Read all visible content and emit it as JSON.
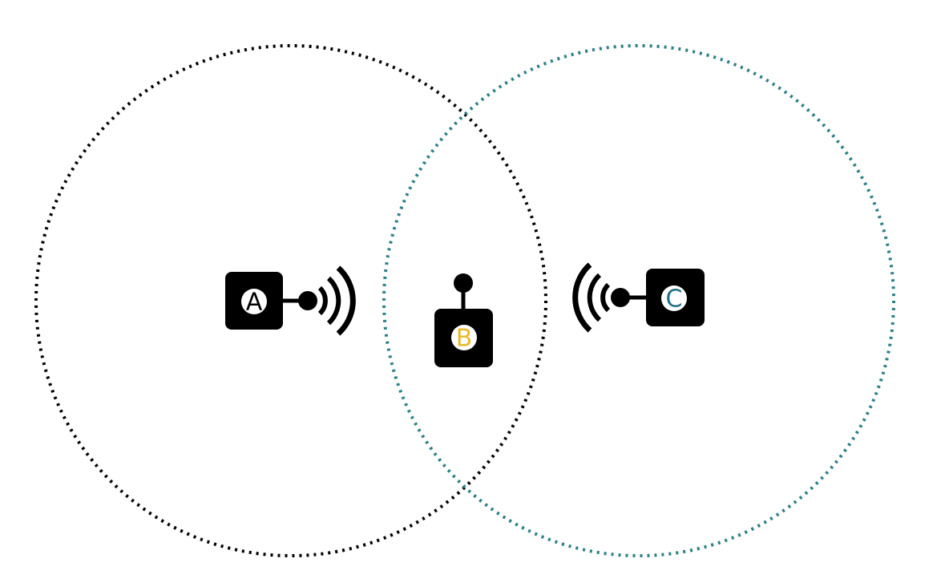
{
  "colors": {
    "background": "#ffffff",
    "device": "#000000",
    "range_a": "#000000",
    "range_c": "#2c7f86",
    "label_a": "#000000",
    "label_b": "#e8b92a",
    "label_c": "#1f6f84",
    "badge": "#ffffff"
  },
  "nodes": [
    {
      "id": "A",
      "label": "A",
      "role": "transmitter",
      "icon": "wireless-signal-icon"
    },
    {
      "id": "B",
      "label": "B",
      "role": "hidden-receiver",
      "icon": "antenna-icon"
    },
    {
      "id": "C",
      "label": "C",
      "role": "transmitter",
      "icon": "wireless-signal-icon"
    }
  ]
}
